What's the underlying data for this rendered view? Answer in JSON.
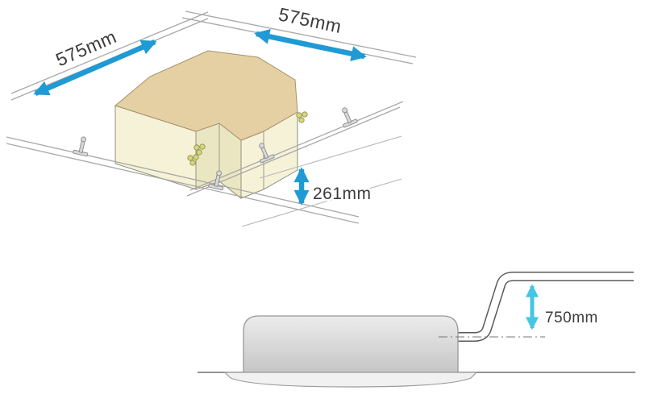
{
  "diagram": {
    "top_view": {
      "dim_width_left": "575mm",
      "dim_width_right": "575mm",
      "dim_height": "261mm"
    },
    "side_view": {
      "dim_drain_lift": "750mm"
    },
    "colors": {
      "arrow_blue": "#1f9ad4",
      "arrow_cyan": "#44c6e4",
      "unit_top": "#e5d0a4",
      "unit_side": "#f6f2d8",
      "unit_side_inner": "#ebe6c2",
      "fitting_green": "#d6d67a",
      "text": "#3c3c3c"
    }
  }
}
